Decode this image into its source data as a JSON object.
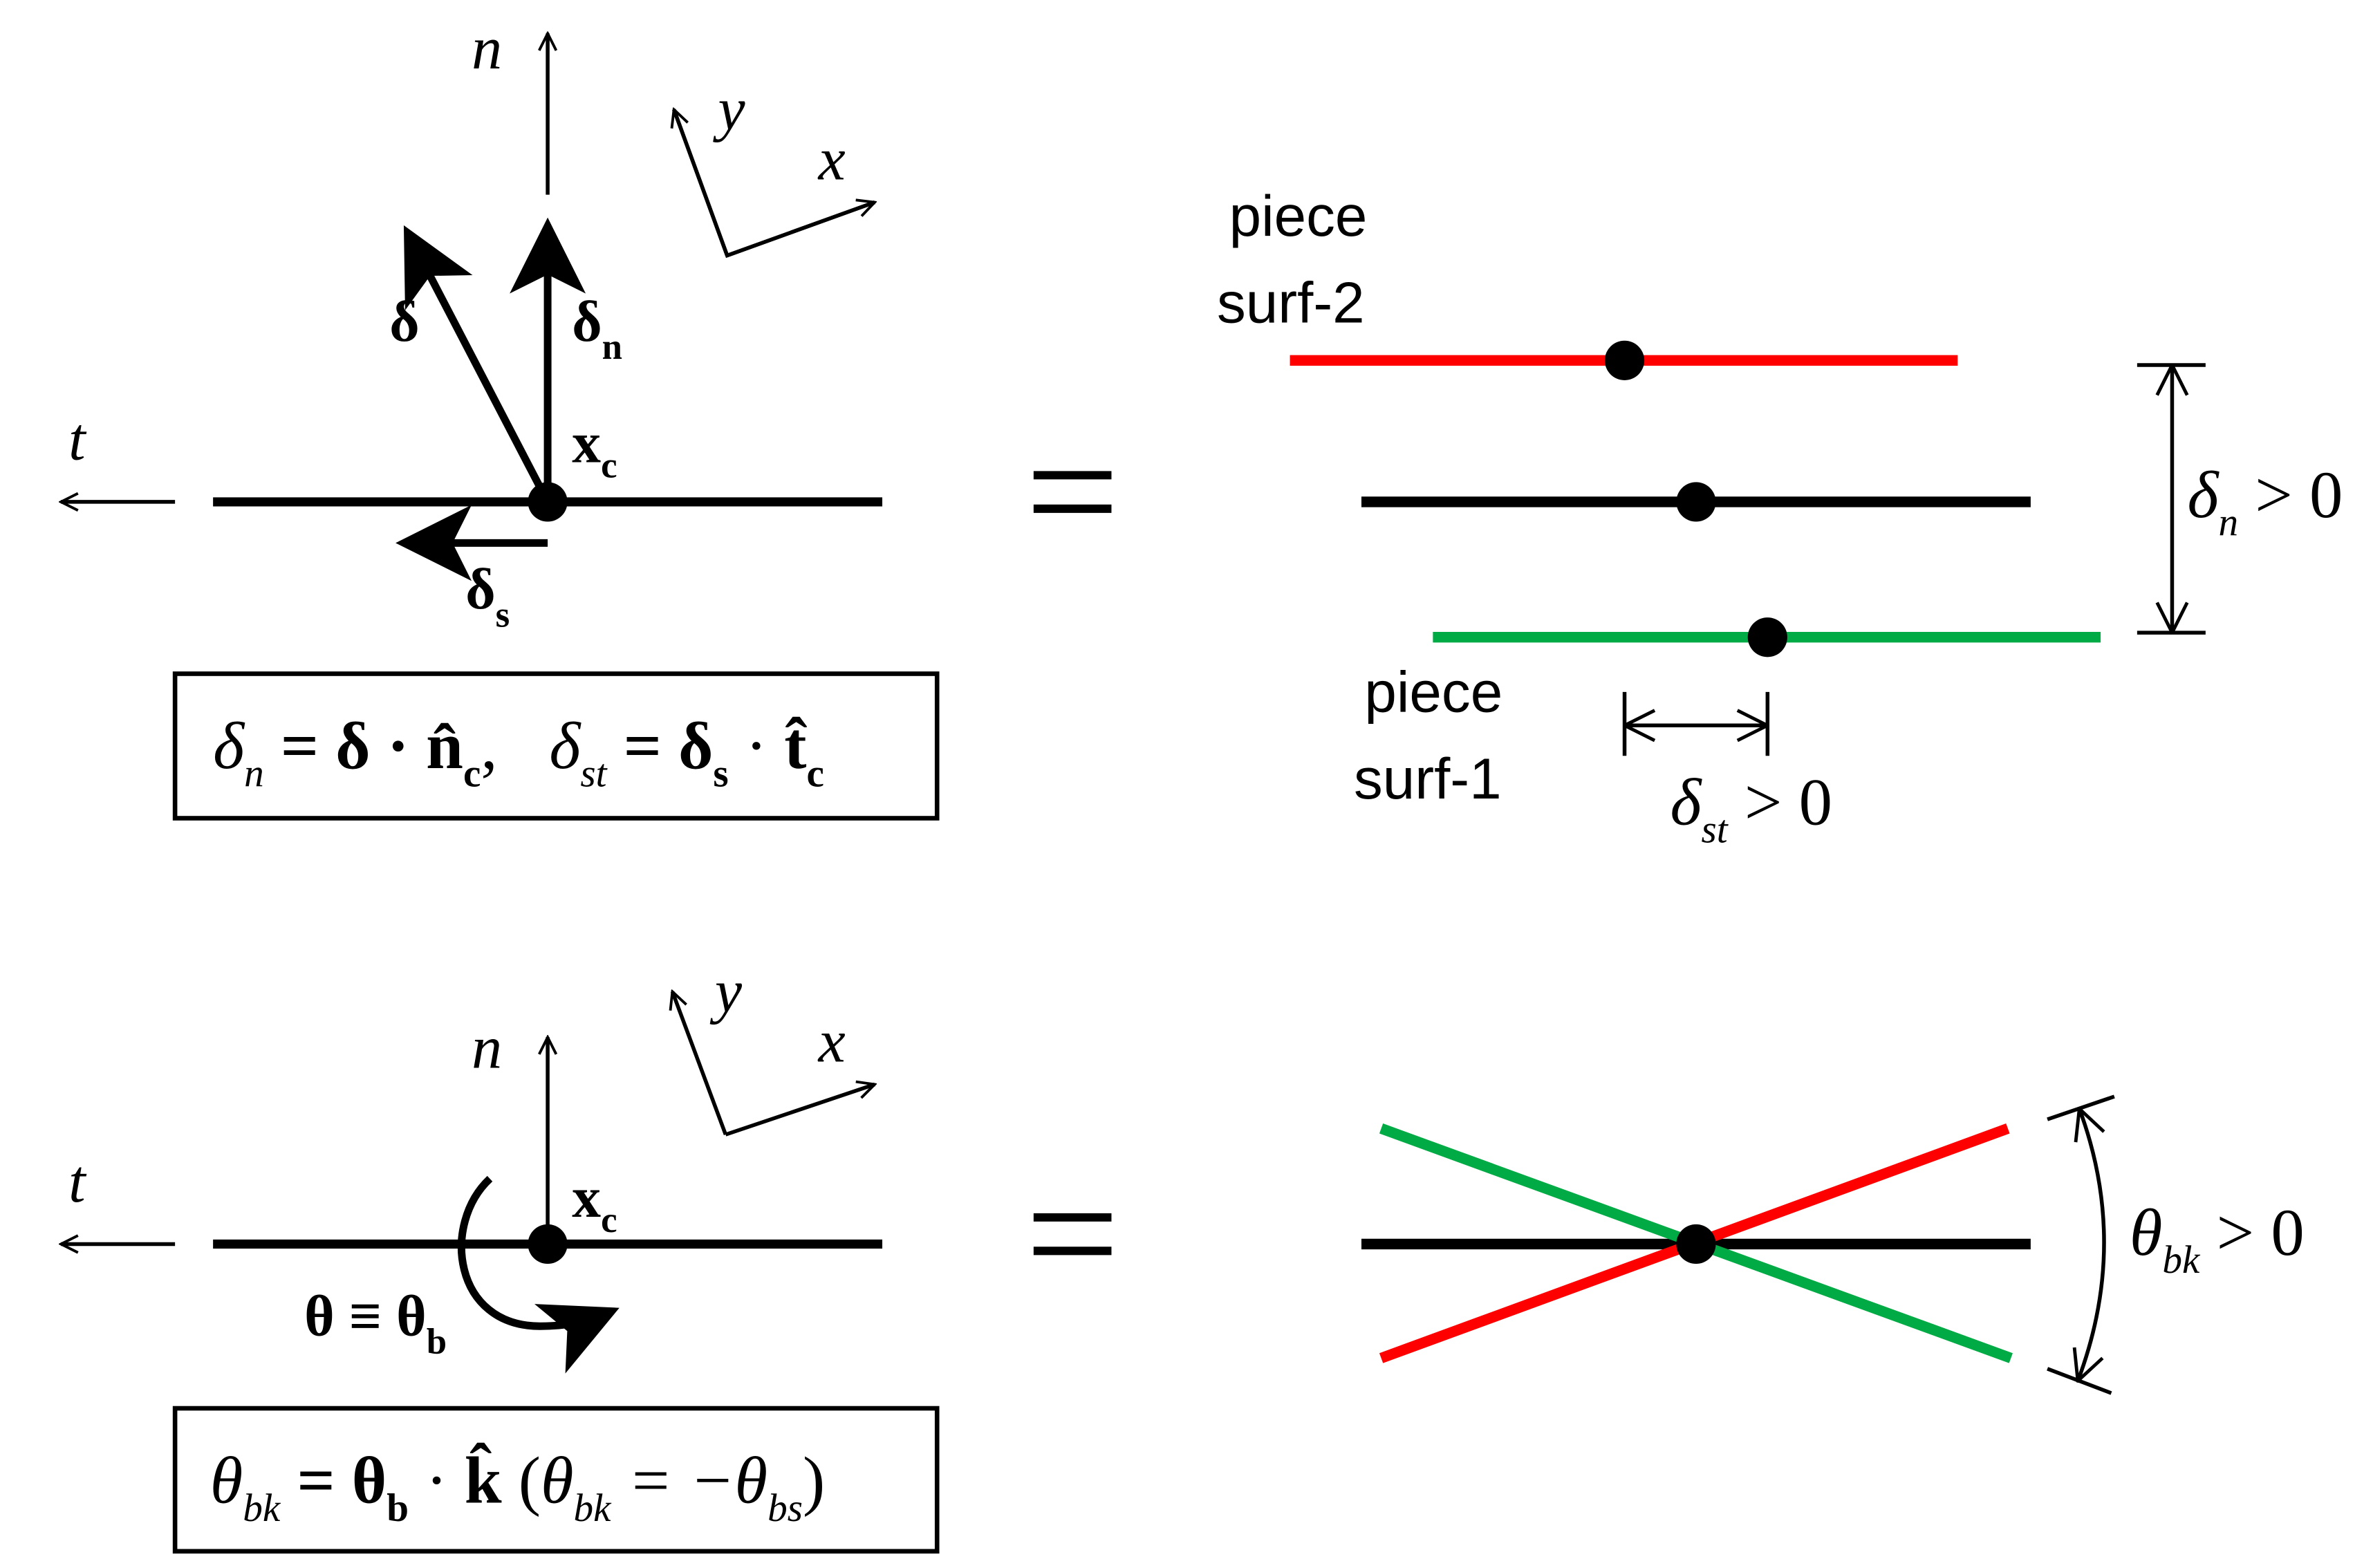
{
  "colors": {
    "surf2": "#ff0000",
    "surf1": "#00aa44",
    "line": "#000000"
  },
  "top_left": {
    "axis_n": "n",
    "axis_t": "t",
    "frame_x": "x",
    "frame_y": "y",
    "delta": "δ",
    "delta_n": "δ",
    "delta_n_sub": "n",
    "delta_s": "δ",
    "delta_s_sub": "s",
    "xc": "x",
    "xc_sub": "c",
    "formula": {
      "d1": "δ",
      "d1_sub": "n",
      "eq1": " = δ · ",
      "nhat": "n̂",
      "nhat_sub": "c",
      "comma": ",",
      "d2": "δ",
      "d2_sub": "st",
      "eq2": " = δ",
      "ds_sub": "s",
      "dot2": " · ",
      "that": "t̂",
      "that_sub": "c"
    }
  },
  "top_right": {
    "equals": "=",
    "surf2_label_1": "piece",
    "surf2_label_2": "surf-2",
    "surf1_label_1": "piece",
    "surf1_label_2": "surf-1",
    "dn_label": "δ",
    "dn_sub": "n",
    "dn_gt": " > 0",
    "dst_label": "δ",
    "dst_sub": "st",
    "dst_gt": " > 0"
  },
  "bottom_left": {
    "axis_n": "n",
    "axis_t": "t",
    "frame_x": "x",
    "frame_y": "y",
    "xc": "x",
    "xc_sub": "c",
    "theta_label": "θ ≡ θ",
    "theta_sub": "b",
    "formula": {
      "th1": "θ",
      "th1_sub": "bk",
      "eq1": " = θ",
      "thb_sub": "b",
      "dot": " · ",
      "khat": "k̂",
      "paren_open": " (",
      "th2": "θ",
      "th2_sub": "bk",
      "eq2": " = −θ",
      "th3_sub": "bs",
      "paren_close": ")"
    }
  },
  "bottom_right": {
    "equals": "=",
    "theta_label": "θ",
    "theta_sub": "bk",
    "theta_gt": " > 0"
  }
}
